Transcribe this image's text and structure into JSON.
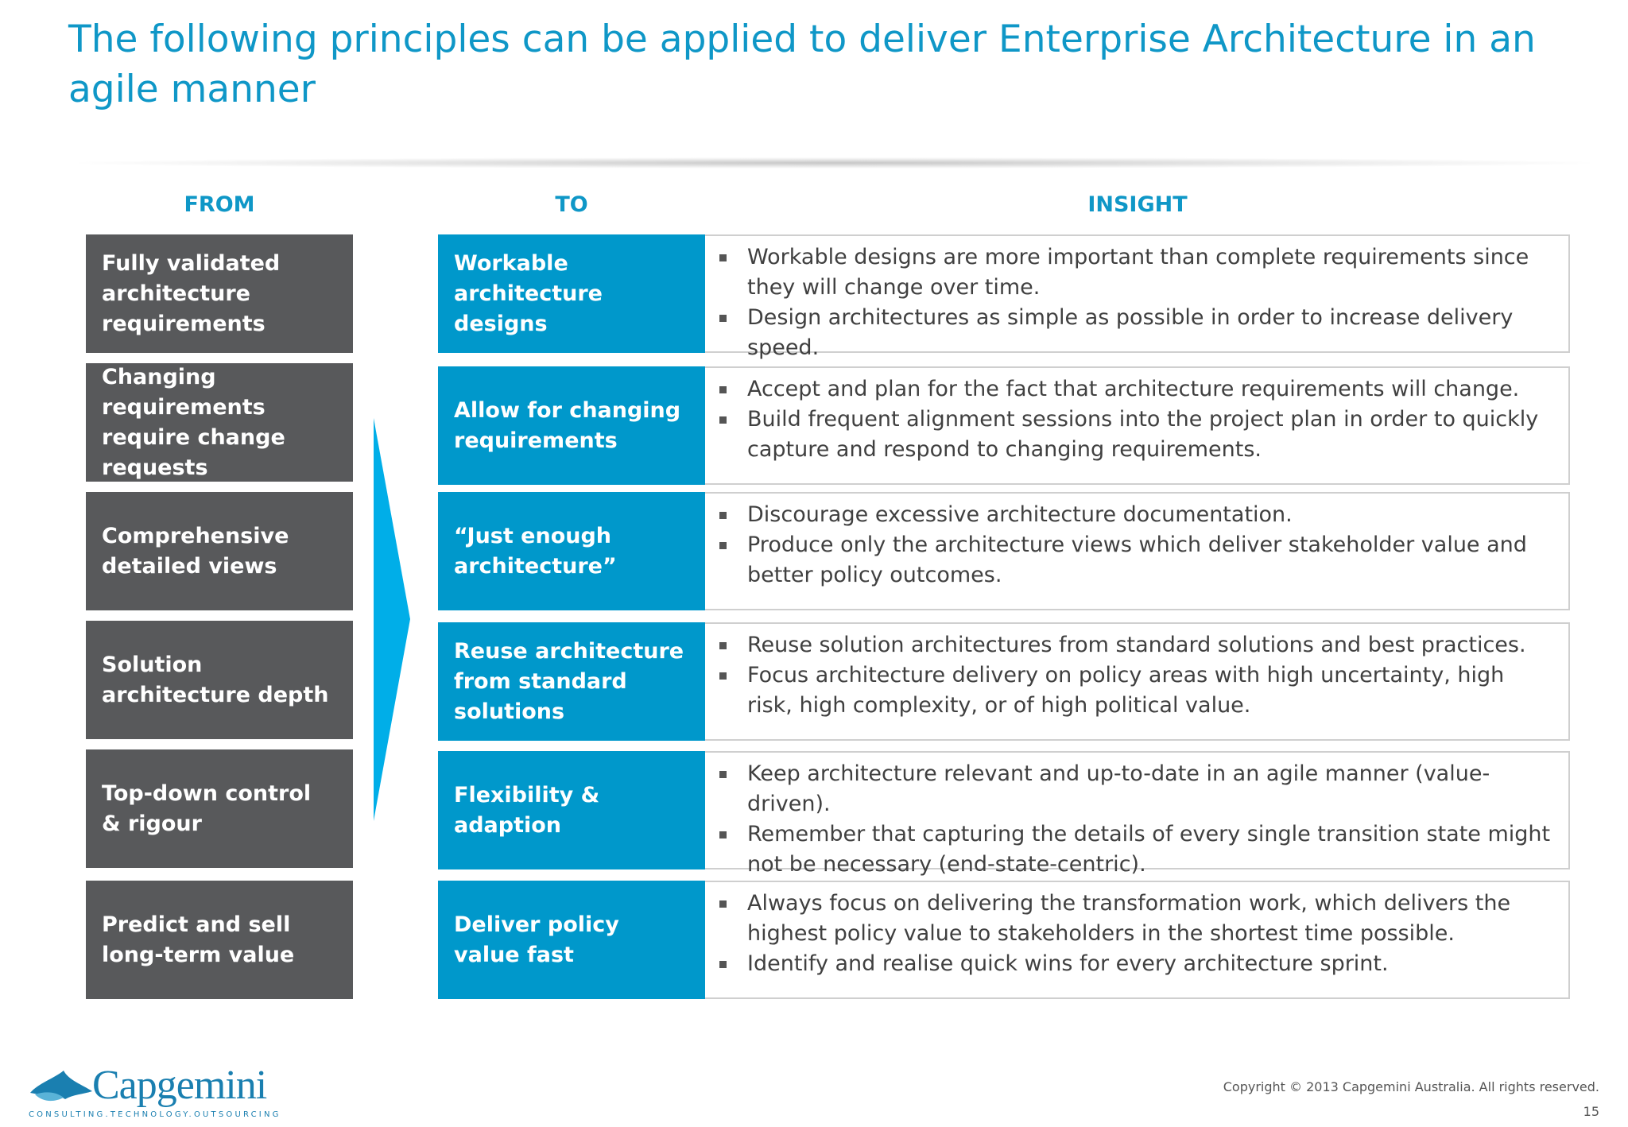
{
  "title": "The following principles can be applied to deliver Enterprise Architecture in an agile manner",
  "headers": {
    "from": "FROM",
    "to": "TO",
    "insight": "INSIGHT"
  },
  "rows": [
    {
      "from": "Fully validated architecture requirements",
      "to": "Workable architecture designs",
      "insights": [
        "Workable designs are more important than complete requirements since they will change over time.",
        "Design architectures as simple as possible in order to increase delivery speed."
      ]
    },
    {
      "from": "Changing requirements require change requests",
      "to": "Allow for changing requirements",
      "insights": [
        "Accept and plan for the fact that architecture requirements will change.",
        "Build frequent alignment sessions into the project plan in order to quickly capture and respond to changing requirements."
      ]
    },
    {
      "from": "Comprehensive detailed views",
      "to": "“Just enough architecture”",
      "insights": [
        "Discourage excessive architecture documentation.",
        "Produce only the architecture views which deliver stakeholder value and better policy outcomes."
      ]
    },
    {
      "from": "Solution architecture depth",
      "to": "Reuse architecture from standard solutions",
      "insights": [
        "Reuse solution architectures from standard solutions and best practices.",
        "Focus architecture delivery on policy areas with high uncertainty, high risk, high complexity, or of high political value."
      ]
    },
    {
      "from": "Top-down control & rigour",
      "to": "Flexibility & adaption",
      "insights": [
        "Keep architecture relevant and up-to-date in an agile manner (value-driven).",
        "Remember that capturing the details of every single transition state might not be necessary (end-state-centric)."
      ]
    },
    {
      "from": "Predict and sell long-term value",
      "to": "Deliver policy value fast",
      "insights": [
        "Always focus on delivering the transformation work, which delivers the highest policy value to stakeholders in the shortest time possible.",
        "Identify and realise quick wins for every architecture sprint."
      ]
    }
  ],
  "footer": {
    "logo_name": "Capgemini",
    "logo_tagline": "CONSULTING.TECHNOLOGY.OUTSOURCING",
    "copyright": "Copyright © 2013 Capgemini Australia. All rights reserved.",
    "page_number": "15"
  },
  "colors": {
    "title": "#0f97c7",
    "from_box": "#58595b",
    "to_box": "#0098cb",
    "arrow": "#00aee8",
    "logo": "#1a7fb0"
  }
}
